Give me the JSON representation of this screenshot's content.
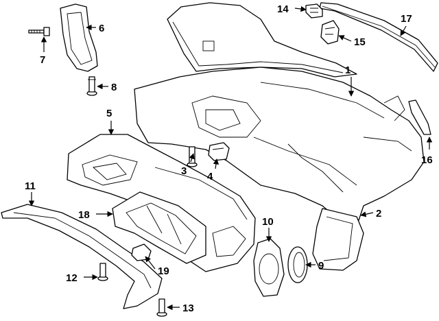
{
  "callouts": {
    "p1": "1",
    "p2": "2",
    "p3": "3",
    "p4": "4",
    "p5": "5",
    "p6": "6",
    "p7": "7",
    "p8": "8",
    "p9": "9",
    "p10": "10",
    "p11": "11",
    "p12": "12",
    "p13": "13",
    "p14": "14",
    "p15": "15",
    "p16": "16",
    "p17": "17",
    "p18": "18",
    "p19": "19"
  }
}
